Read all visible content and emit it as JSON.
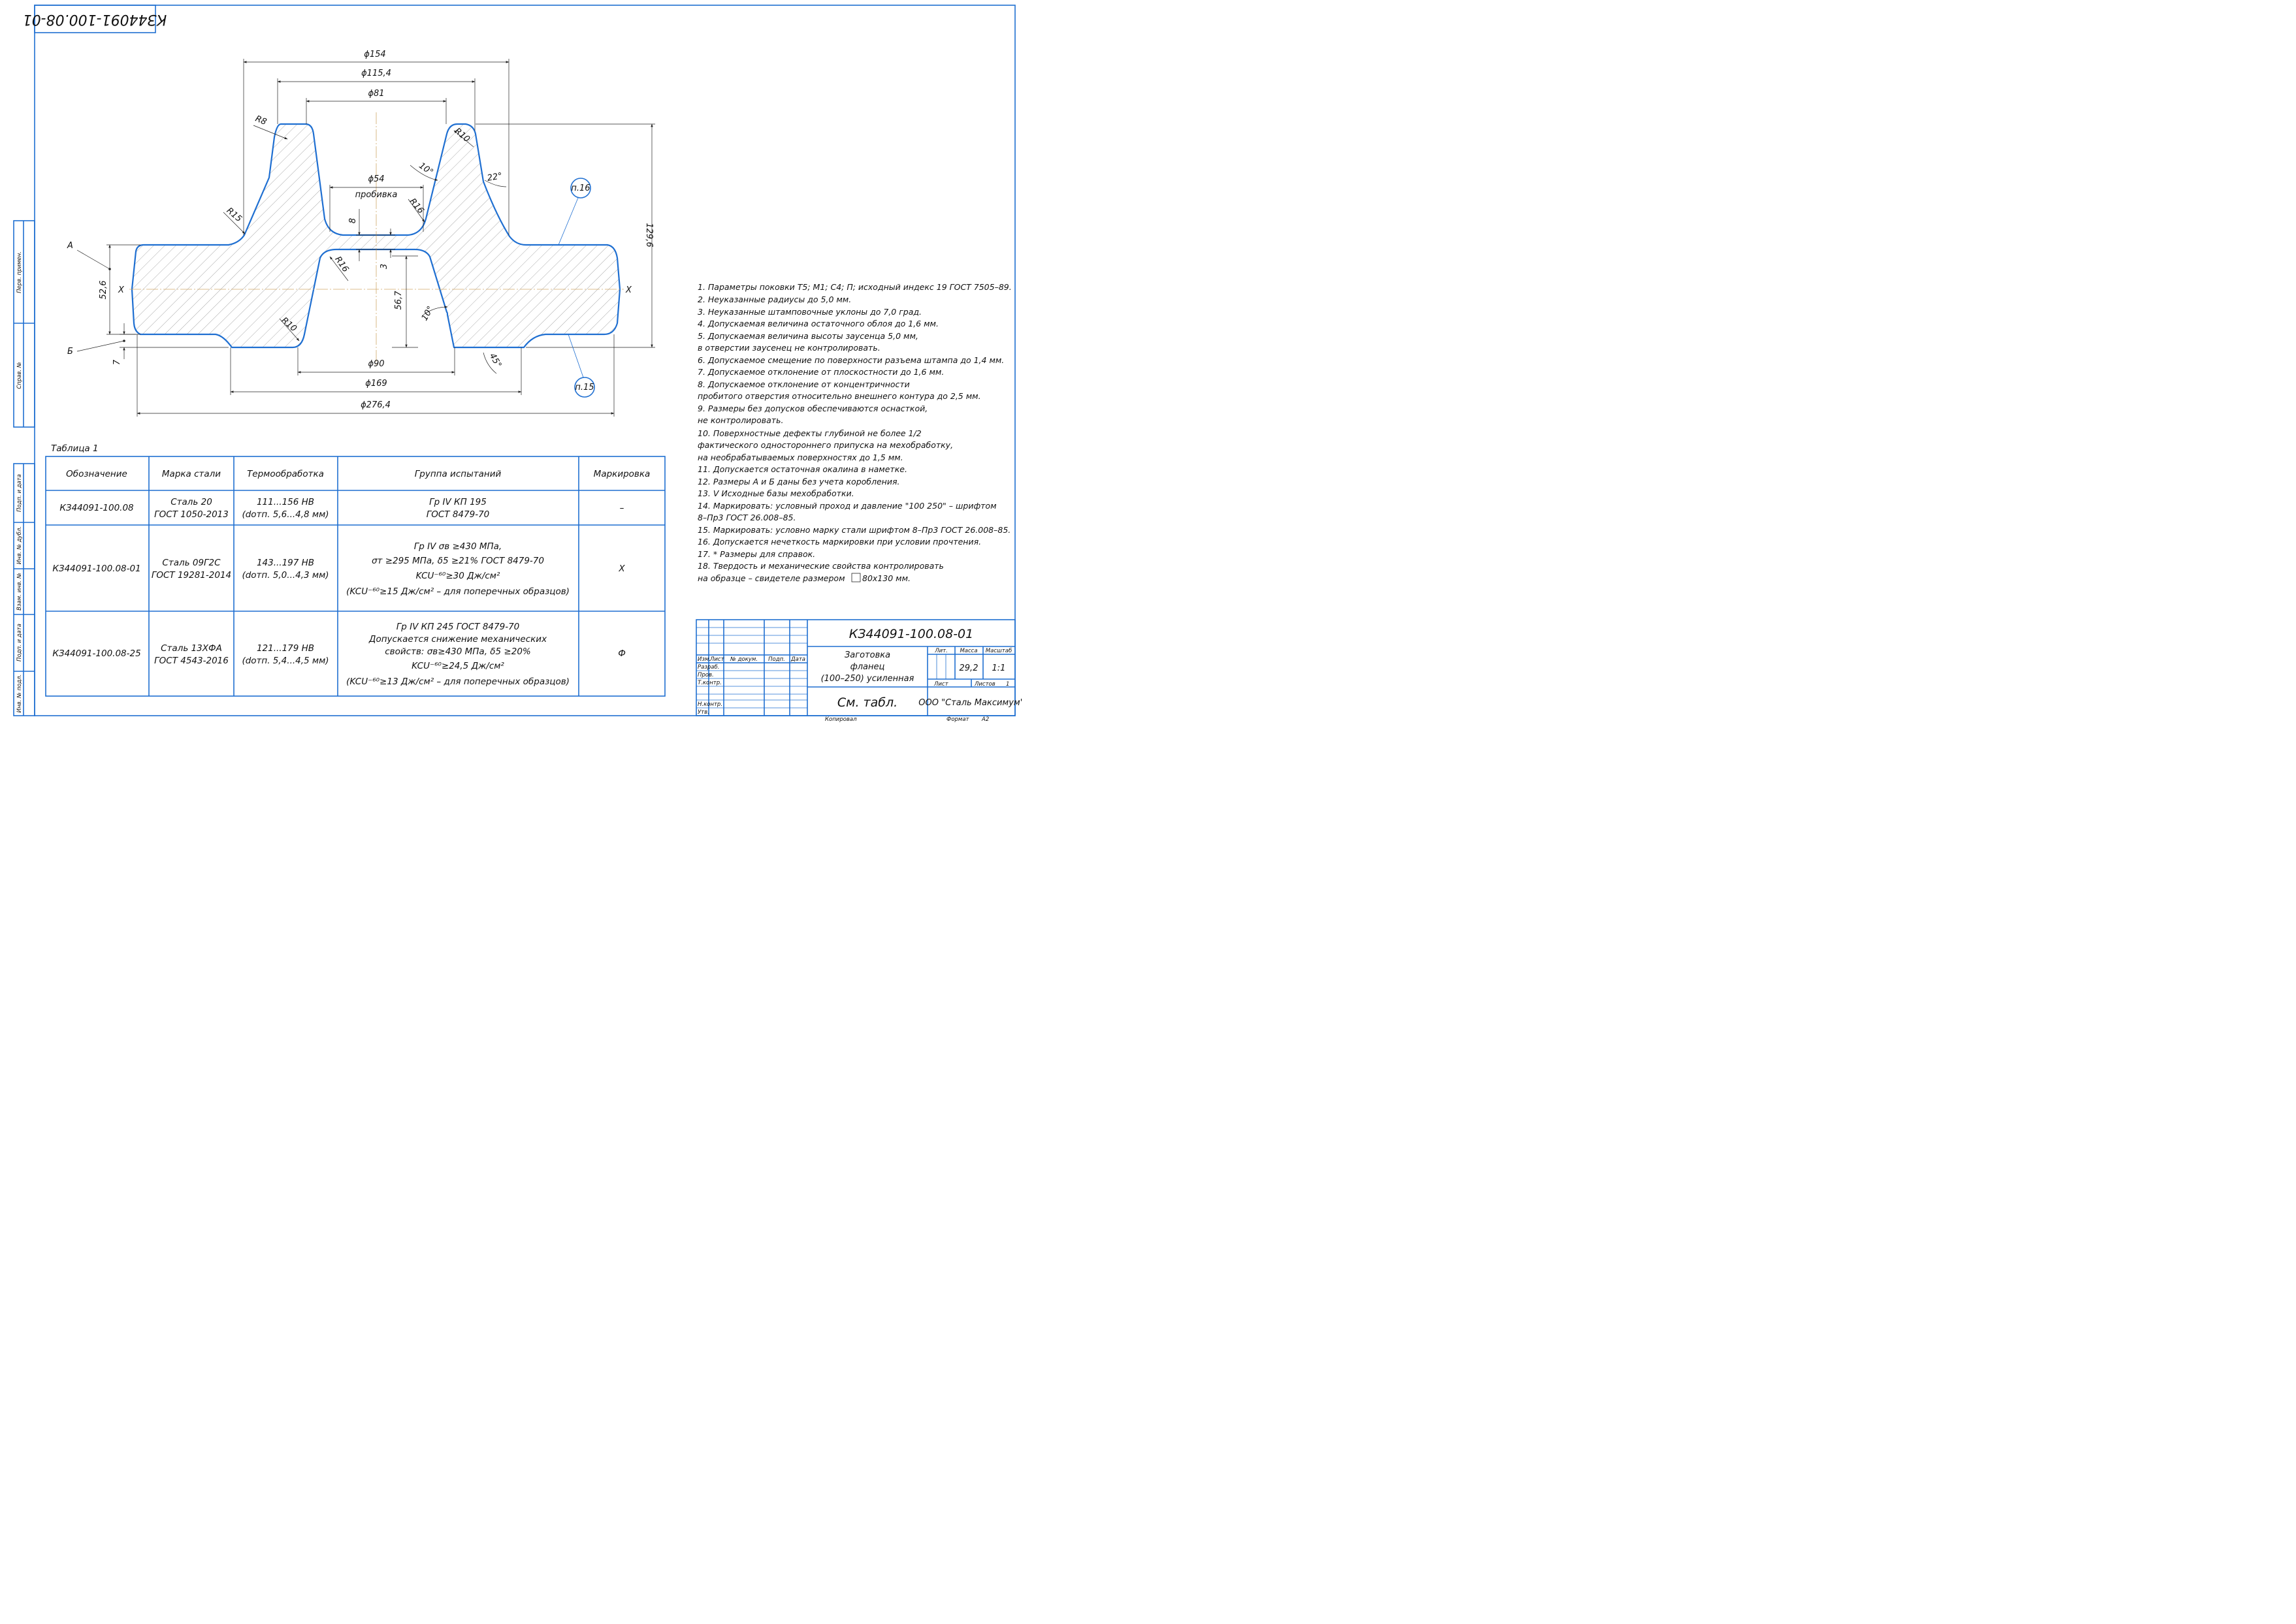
{
  "stamp_top": "КЗ44091-100.08-01",
  "dimensions": {
    "d154": "ϕ154",
    "d1154": "ϕ115,4",
    "d81": "ϕ81",
    "d54": "ϕ54",
    "d54_note": "пробивка",
    "d90": "ϕ90",
    "d169": "ϕ169",
    "d2764": "ϕ276,4",
    "h1296": "129,6",
    "h526": "52,6",
    "h567": "56,7",
    "h8": "8",
    "h3": "3",
    "h7": "7",
    "r8": "R8",
    "r10a": "R10",
    "r15": "R15",
    "r16a": "R16",
    "r16b": "R16",
    "r10b": "R10",
    "a10a": "10°",
    "a22": "22°",
    "a10b": "10°",
    "a45": "45°",
    "axis_left": "X",
    "axis_right": "X",
    "base_a": "А",
    "base_b": "Б",
    "bubble_16": "п.16",
    "bubble_15": "п.15"
  },
  "side_strip": {
    "top_labels": [
      "Перв. примен.",
      "Справ. №"
    ],
    "bottom_labels": [
      "Подп. и дата",
      "Инв. № дубл.",
      "Взам. инв. №",
      "Подп. и дата",
      "Инв. № подл."
    ]
  },
  "notes": [
    "1.  Параметры поковки Т5; М1; С4; П; исходный индекс 19 ГОСТ 7505–89.",
    "2.  Неуказанные радиусы до 5,0 мм.",
    "3.  Неуказанные штамповочные уклоны до 7,0 град.",
    "4.  Допускаемая величина остаточного облоя до 1,6 мм.",
    "5.  Допускаемая величина высоты заусенца 5,0 мм,",
    "      в отверстии заусенец не контролировать.",
    "6.  Допускаемое смещение по поверхности разъема штампа до 1,4 мм.",
    "7.  Допускаемое отклонение от плоскостности до 1,6 мм.",
    "8.  Допускаемое отклонение от концентричности",
    "      пробитого отверстия относительно внешнего контура до 2,5 мм.",
    "9.  Размеры без допусков обеспечиваются оснасткой,",
    "      не контролировать.",
    "10. Поверхностные дефекты глубиной не более 1/2",
    "      фактического одностороннего припуска на мехобработку,",
    "      на необрабатываемых поверхностях до 1,5 мм.",
    "11.  Допускается остаточная окалина в наметке.",
    "12. Размеры А и Б даны без учета коробления.",
    "13.   V Исходные базы мехобработки.",
    "14.  Маркировать: условный проход и давление \"100 250\" – шрифтом",
    "      8–Пр3 ГОСТ 26.008–85.",
    "15.  Маркировать: условно марку стали шрифтом 8–Пр3 ГОСТ 26.008–85.",
    "16.  Допускается нечеткость маркировки при условии прочтения.",
    "17.   * Размеры для справок.",
    "18.   Твердость и механические свойства контролировать",
    "      на образце – свидетеле размером",
    "80х130 мм."
  ],
  "table": {
    "caption": "Таблица 1",
    "headers": [
      "Обозначение",
      "Марка стали",
      "Термообработка",
      "Группа испытаний",
      "Маркировка"
    ],
    "rows": [
      {
        "designation": "КЗ44091-100.08",
        "steel": [
          "Сталь 20",
          "ГОСТ 1050-2013"
        ],
        "heat": [
          "111...156 НВ",
          "(dотп. 5,6...4,8 мм)"
        ],
        "group": [
          "Гр IV КП 195",
          "ГОСТ 8479-70"
        ],
        "mark": "–"
      },
      {
        "designation": "КЗ44091-100.08-01",
        "steel": [
          "Сталь 09Г2С",
          "ГОСТ 19281-2014"
        ],
        "heat": [
          "143...197 НВ",
          "(dотп. 5,0...4,3 мм)"
        ],
        "group": [
          "Гр IV σв ≥430 МПа,",
          "σт ≥295 МПа, δ5 ≥21% ГОСТ 8479-70",
          "KCU⁻⁶⁰≥30 Дж/см²",
          "(KCU⁻⁶⁰≥15 Дж/см² – для поперечных образцов)"
        ],
        "mark": "Х"
      },
      {
        "designation": "КЗ44091-100.08-25",
        "steel": [
          "Сталь 13ХФА",
          "ГОСТ 4543-2016"
        ],
        "heat": [
          "121...179 НВ",
          "(dотп. 5,4...4,5 мм)"
        ],
        "group": [
          "Гр IV КП 245 ГОСТ 8479-70",
          "Допускается снижение механических",
          "свойств: σв≥430 МПа, δ5 ≥20%",
          "KCU⁻⁶⁰≥24,5 Дж/см²",
          "(KCU⁻⁶⁰≥13 Дж/см² – для поперечных образцов)"
        ],
        "mark": "Ф"
      }
    ]
  },
  "title_block": {
    "doc_number": "КЗ44091-100.08-01",
    "name": [
      "Заготовка",
      "фланец",
      "(100–250) усиленная"
    ],
    "material": "См. табл.",
    "company": "ООО \"Сталь Максимум\"",
    "col_heads": [
      "Изм.",
      "Лист",
      "№ докум.",
      "Подп.",
      "Дата"
    ],
    "row_labels": [
      "Разраб.",
      "Пров.",
      "Т.контр.",
      "Н.контр.",
      "Утв."
    ],
    "lit_label": "Лит.",
    "mass_label": "Масса",
    "scale_label": "Масштаб",
    "mass": "29,2",
    "scale": "1:1",
    "sheet_label": "Лист",
    "sheets_label": "Листов",
    "sheets": "1",
    "copied": "Копировал",
    "format_label": "Формат",
    "format": "А2"
  }
}
